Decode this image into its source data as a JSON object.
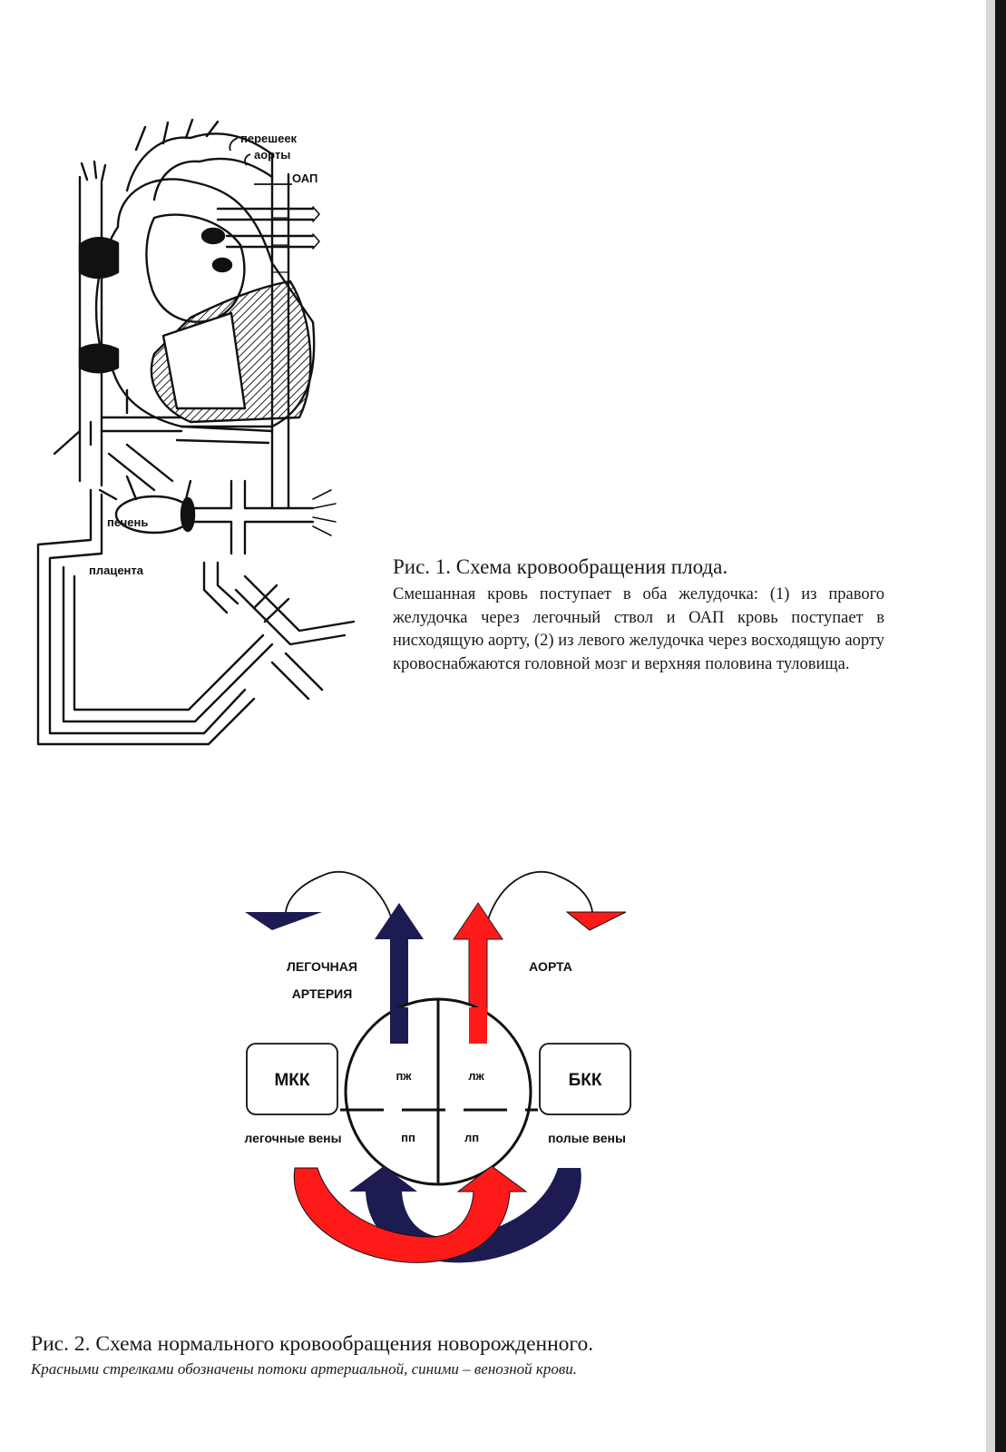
{
  "figure1": {
    "labels": {
      "isthmus_line1": "перешеек",
      "isthmus_line2": "аорты",
      "oap": "ОАП",
      "liver": "печень",
      "placenta": "плацента"
    },
    "caption_title": "Рис. 1. Схема кровообращения плода.",
    "caption_body": "Смешанная кровь поступает в оба желудочка: (1) из правого желудочка через легочный ствол и ОАП кровь поступает в нисходящую аорту, (2) из левого желудочка через восходящую аорту кровоснабжаются головной мозг и верхняя половина туловища."
  },
  "figure2": {
    "labels": {
      "pulmonary_artery_line1": "ЛЕГОЧНАЯ",
      "pulmonary_artery_line2": "АРТЕРИЯ",
      "aorta": "АОРТА",
      "mkk": "МКК",
      "bkk": "БКК",
      "rv": "пж",
      "lv": "лж",
      "ra": "пп",
      "la": "лп",
      "pulmonary_veins": "легочные вены",
      "vena_cavae": "полые вены"
    },
    "colors": {
      "arterial": "#ff1a1a",
      "venous": "#1c1b52"
    },
    "caption_title": "Рис. 2. Схема нормального кровообращения новорожденного.",
    "caption_note": "Красными стрелками обозначены потоки артериальной, синими – венозной крови."
  }
}
